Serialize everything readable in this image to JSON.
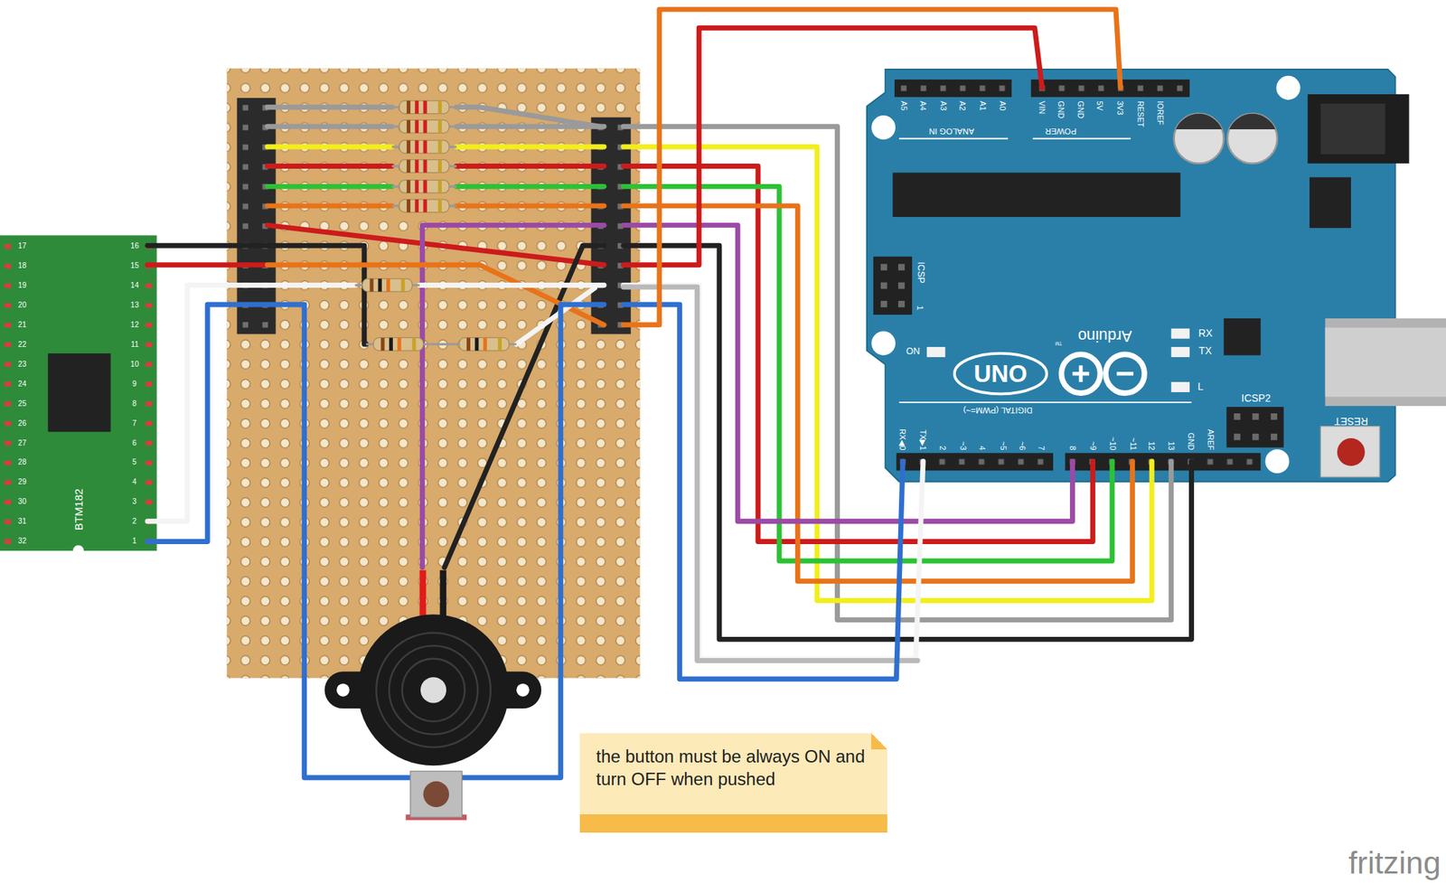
{
  "diagram": {
    "nodes": [
      {
        "text": [
          "the button must be always ON and turn OFF when pushed"
        ]
      }
    ],
    "labels": [
      "17",
      "18",
      "19",
      "20",
      "21",
      "22",
      "23",
      "24",
      "25",
      "26",
      "27",
      "28",
      "29",
      "30",
      "31",
      "32",
      "16",
      "15",
      "14",
      "13",
      "12",
      "11",
      "10",
      "9",
      "8",
      "7",
      "6",
      "5",
      "4",
      "3",
      "2",
      "1",
      "BTM182",
      "A5",
      "A4",
      "A3",
      "A2",
      "A1",
      "A0",
      "ANALOG IN",
      "VIN",
      "GND",
      "GND",
      "5V",
      "3V3",
      "RESET",
      "IOREF",
      "POWER",
      "ICSP",
      "1",
      "ON",
      "Arduino",
      "TM",
      "UNO",
      "RX",
      "TX",
      "L",
      "ICSP2",
      "RESET",
      "DIGITAL (PWM=~)",
      "RX◀0",
      "TX▶1",
      "2",
      "~3",
      "4",
      "~5",
      "~6",
      "7",
      "8",
      "~9",
      "~10",
      "~11",
      "12",
      "13",
      "GND",
      "AREF",
      "fritzing"
    ]
  }
}
